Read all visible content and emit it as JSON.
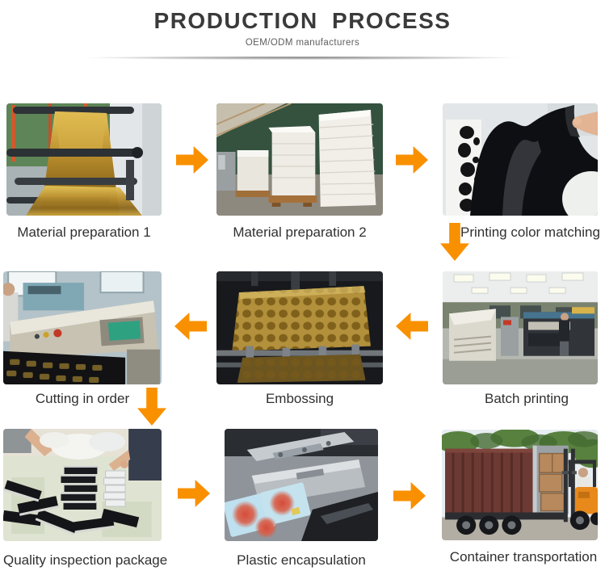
{
  "header": {
    "title": "PRODUCTION PROCESS",
    "subtitle": "OEM/ODM manufacturers"
  },
  "steps": [
    {
      "id": "material-preparation-1",
      "label": "Material preparation 1"
    },
    {
      "id": "material-preparation-2",
      "label": "Material preparation 2"
    },
    {
      "id": "printing-color-matching",
      "label": "Printing color matching"
    },
    {
      "id": "cutting-in-order",
      "label": "Cutting in order"
    },
    {
      "id": "embossing",
      "label": "Embossing"
    },
    {
      "id": "batch-printing",
      "label": "Batch printing"
    },
    {
      "id": "quality-inspection-package",
      "label": "Quality inspection package"
    },
    {
      "id": "plastic-encapsulation",
      "label": "Plastic encapsulation"
    },
    {
      "id": "container-transportation",
      "label": "Container transportation"
    }
  ],
  "flow": {
    "sequence": [
      "Material preparation 1",
      "Material preparation 2",
      "Printing color matching",
      "Batch printing",
      "Embossing",
      "Cutting in order",
      "Quality inspection package",
      "Plastic encapsulation",
      "Container transportation"
    ],
    "arrow_directions": [
      "right",
      "right",
      "down",
      "left",
      "left",
      "down",
      "right",
      "right"
    ]
  },
  "colors": {
    "arrow": "#F99000",
    "heading": "#3A3A3A",
    "subheading": "#5E5E5E",
    "caption": "#303030",
    "page_bg": "#FFFFFF"
  }
}
